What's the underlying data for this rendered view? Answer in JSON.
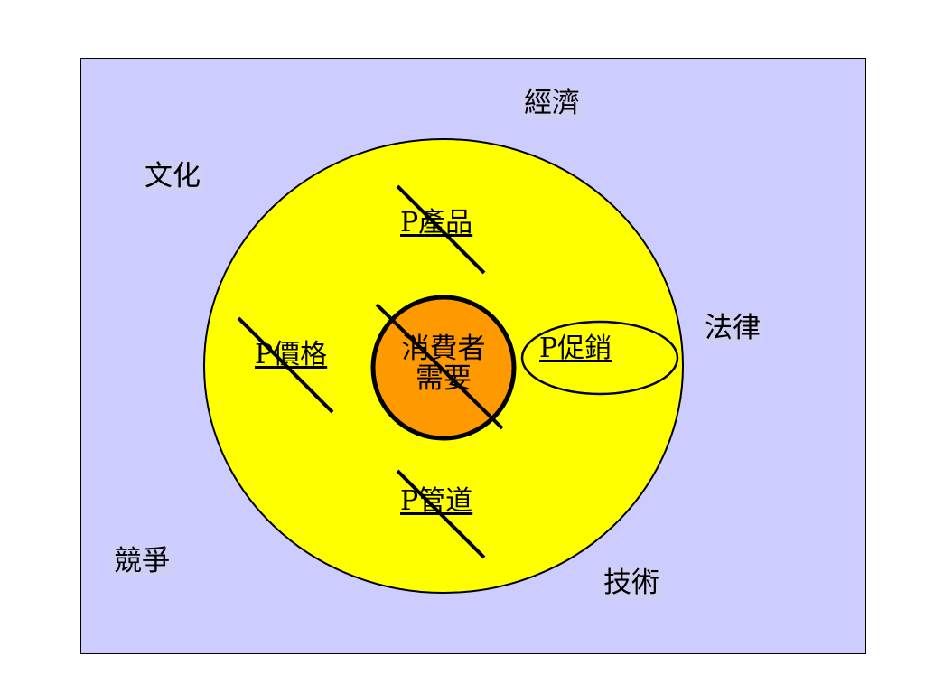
{
  "environment": {
    "economy": "經濟",
    "culture": "文化",
    "law": "法律",
    "competition": "競爭",
    "technology": "技術"
  },
  "marketing_mix": {
    "product": "P產品",
    "price": "P價格",
    "promotion": "P促銷",
    "place": "P管道"
  },
  "core": {
    "line1": "消費者",
    "line2": "需要"
  },
  "colors": {
    "frame_bg": "#ccccff",
    "outer_circle": "#ffff00",
    "inner_circle": "#ff9900"
  }
}
